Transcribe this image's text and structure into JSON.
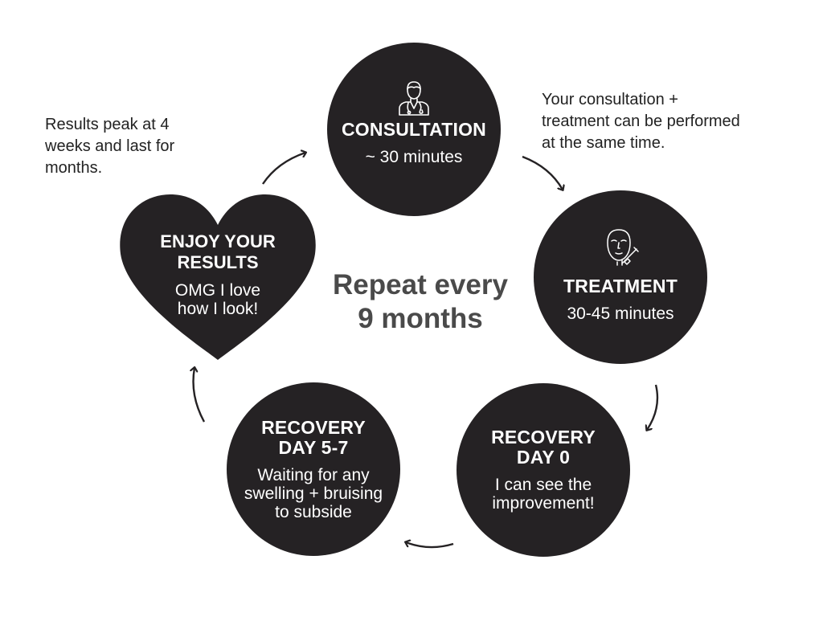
{
  "center": {
    "text": "Repeat every\n9 months"
  },
  "notes": {
    "left": "Results peak at 4\nweeks and last for\nmonths.",
    "right": "Your consultation +\ntreatment can be performed\nat the same time."
  },
  "steps": {
    "consultation": {
      "title": "CONSULTATION",
      "sub": "~ 30 minutes",
      "icon": "doctor-icon"
    },
    "treatment": {
      "title": "TREATMENT",
      "sub": "30-45 minutes",
      "icon": "face-injection-icon"
    },
    "recovery0": {
      "title": "RECOVERY\nDAY 0",
      "sub": "I can see the\nimprovement!"
    },
    "recovery57": {
      "title": "RECOVERY\nDAY 5-7",
      "sub": "Waiting for any\nswelling + bruising\nto subside"
    },
    "results": {
      "title": "ENJOY  YOUR\nRESULTS",
      "sub": "OMG I love\nhow I look!"
    }
  },
  "colors": {
    "node": "#252224",
    "center_text": "#4a4a4a",
    "arrow": "#252224"
  }
}
